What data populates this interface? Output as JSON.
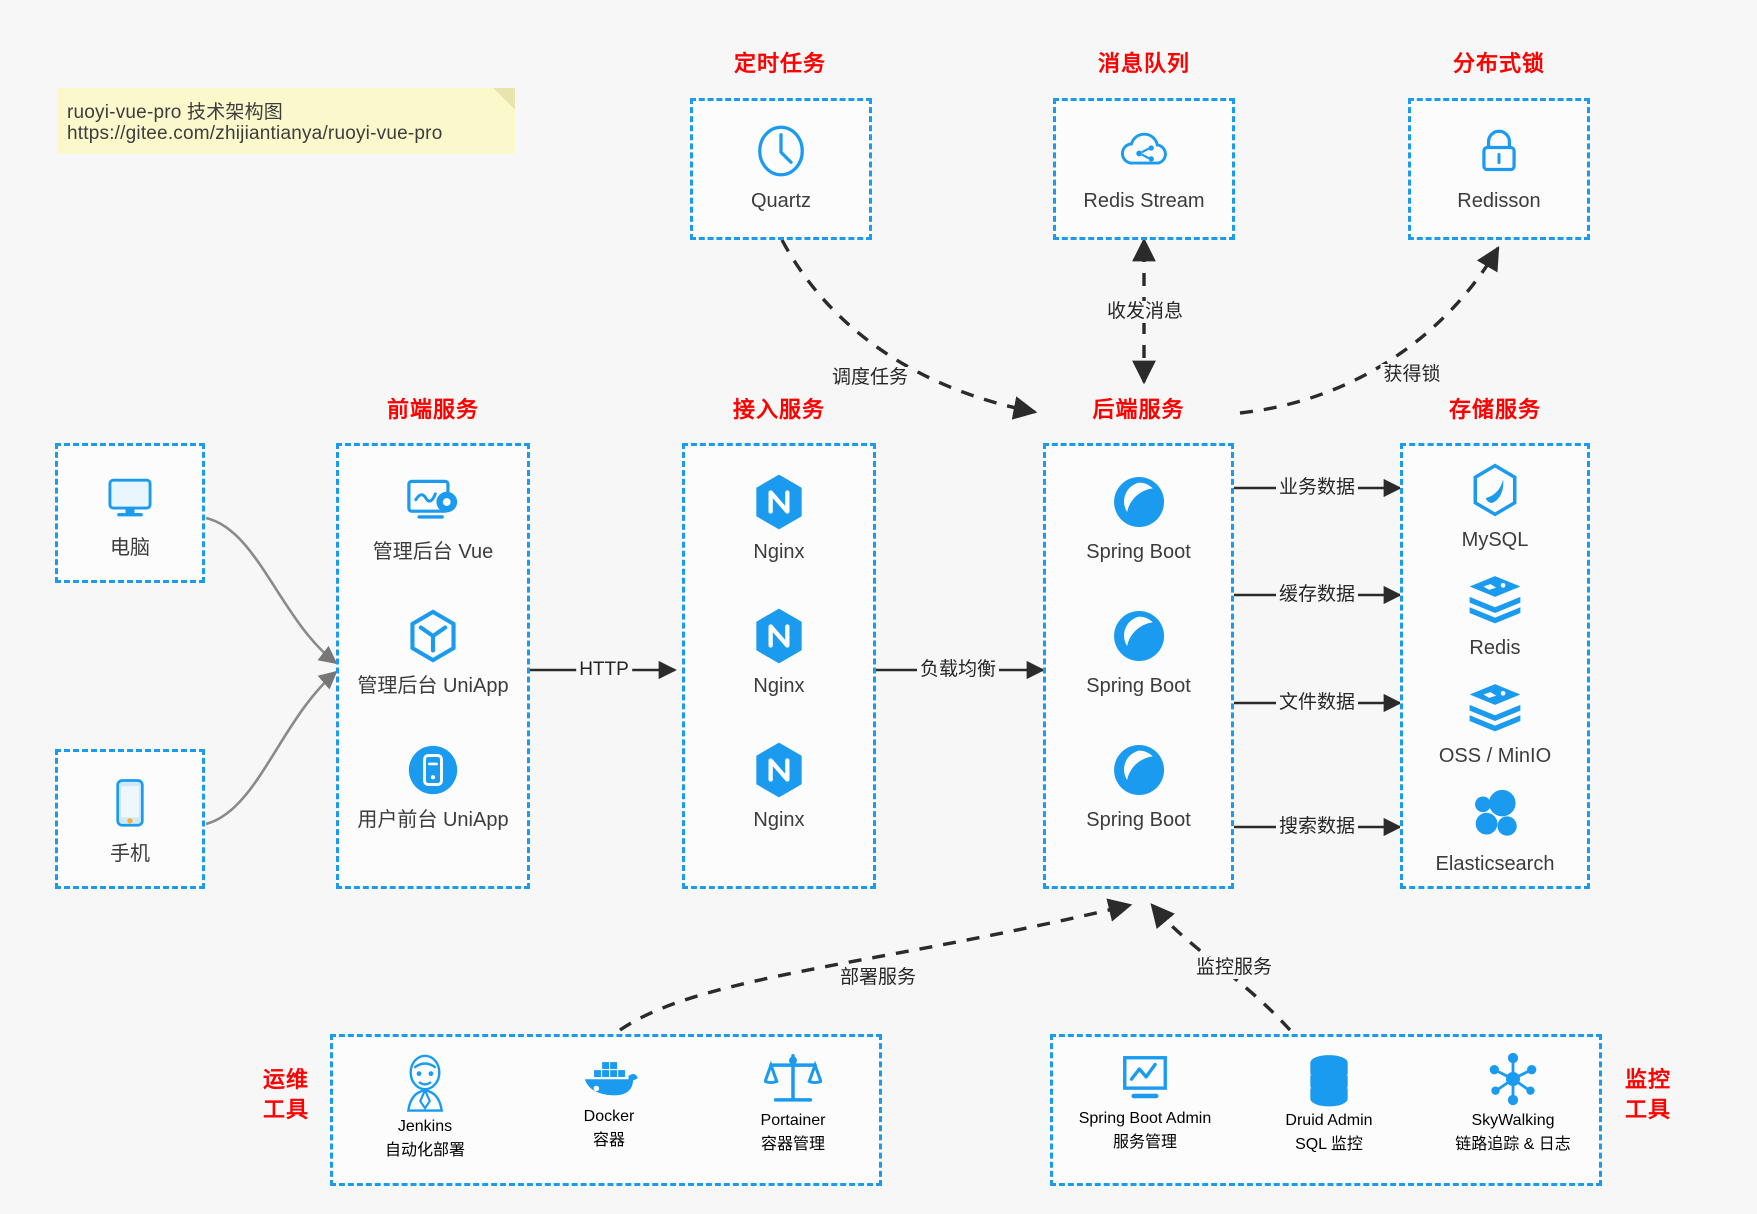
{
  "note": {
    "line1": "ruoyi-vue-pro 技术架构图",
    "line2": "https://gitee.com/zhijiantianya/ruoyi-vue-pro"
  },
  "colors": {
    "accent_blue": "#1a9bf0",
    "title_red": "#ff0000",
    "note_bg": "#fbf8cc",
    "page_bg": "#f7f7f7",
    "text": "#3c3c3c"
  },
  "groups": {
    "scheduler": {
      "title": "定时任务",
      "nodes": [
        {
          "label": "Quartz",
          "icon": "clock-icon"
        }
      ]
    },
    "mq": {
      "title": "消息队列",
      "nodes": [
        {
          "label": "Redis Stream",
          "icon": "cloud-stream-icon"
        }
      ]
    },
    "lock": {
      "title": "分布式锁",
      "nodes": [
        {
          "label": "Redisson",
          "icon": "padlock-icon"
        }
      ]
    },
    "client_pc": {
      "nodes": [
        {
          "label": "电脑",
          "icon": "desktop-monitor-icon"
        }
      ]
    },
    "client_mobile": {
      "nodes": [
        {
          "label": "手机",
          "icon": "smartphone-icon"
        }
      ]
    },
    "frontend": {
      "title": "前端服务",
      "nodes": [
        {
          "label": "管理后台 Vue",
          "icon": "dashboard-gear-icon"
        },
        {
          "label": "管理后台 UniApp",
          "icon": "cube-icon"
        },
        {
          "label": "用户前台 UniApp",
          "icon": "mobile-circle-icon"
        }
      ]
    },
    "gateway": {
      "title": "接入服务",
      "nodes": [
        {
          "label": "Nginx",
          "icon": "nginx-icon"
        },
        {
          "label": "Nginx",
          "icon": "nginx-icon"
        },
        {
          "label": "Nginx",
          "icon": "nginx-icon"
        }
      ]
    },
    "backend": {
      "title": "后端服务",
      "nodes": [
        {
          "label": "Spring Boot",
          "icon": "spring-boot-icon"
        },
        {
          "label": "Spring Boot",
          "icon": "spring-boot-icon"
        },
        {
          "label": "Spring Boot",
          "icon": "spring-boot-icon"
        }
      ]
    },
    "storage": {
      "title": "存储服务",
      "nodes": [
        {
          "label": "MySQL",
          "icon": "mysql-dolphin-icon"
        },
        {
          "label": "Redis",
          "icon": "redis-stack-icon"
        },
        {
          "label": "OSS / MinIO",
          "icon": "redis-stack-icon"
        },
        {
          "label": "Elasticsearch",
          "icon": "elasticsearch-icon"
        }
      ]
    },
    "devops": {
      "title": "运维\n工具",
      "title_line1": "运维",
      "title_line2": "工具",
      "nodes": [
        {
          "label": "Jenkins",
          "sub": "自动化部署",
          "icon": "jenkins-butler-icon"
        },
        {
          "label": "Docker",
          "sub": "容器",
          "icon": "docker-whale-icon"
        },
        {
          "label": "Portainer",
          "sub": "容器管理",
          "icon": "scales-icon"
        }
      ]
    },
    "monitor": {
      "title_line1": "监控",
      "title_line2": "工具",
      "nodes": [
        {
          "label": "Spring Boot Admin",
          "sub": "服务管理",
          "icon": "monitor-chart-icon"
        },
        {
          "label": "Druid Admin",
          "sub": "SQL 监控",
          "icon": "database-icon"
        },
        {
          "label": "SkyWalking",
          "sub": "链路追踪 & 日志",
          "icon": "skywalking-icon"
        }
      ]
    }
  },
  "edges": [
    {
      "id": "schedule-task",
      "label": "调度任务"
    },
    {
      "id": "send-receive-message",
      "label": "收发消息"
    },
    {
      "id": "acquire-lock",
      "label": "获得锁"
    },
    {
      "id": "http",
      "label": "HTTP"
    },
    {
      "id": "load-balance",
      "label": "负载均衡"
    },
    {
      "id": "business-data",
      "label": "业务数据"
    },
    {
      "id": "cache-data",
      "label": "缓存数据"
    },
    {
      "id": "file-data",
      "label": "文件数据"
    },
    {
      "id": "search-data",
      "label": "搜索数据"
    },
    {
      "id": "deploy-service",
      "label": "部署服务"
    },
    {
      "id": "monitor-service",
      "label": "监控服务"
    }
  ]
}
